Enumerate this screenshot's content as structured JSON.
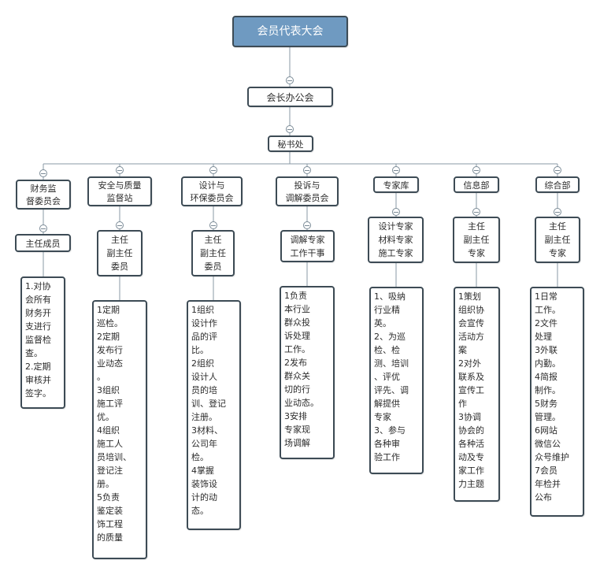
{
  "root": "会员代表大会",
  "level1": "会长办公会",
  "level2": "秘书处",
  "columns": [
    {
      "title": "财务监\n督委员会",
      "role": "主任成员",
      "duties": "1.对协\n会所有\n财务开\n支进行\n监督检\n查。\n2.定期\n审核并\n签字。"
    },
    {
      "title": "安全与质量\n监督站",
      "role": "主任\n副主任\n委员",
      "duties": "1定期\n巡检。\n2定期\n发布行\n业动态\n。\n3组织\n施工评\n优。\n4组织\n施工人\n员培训、\n登记注\n册。\n5负责\n鉴定装\n饰工程\n的质量"
    },
    {
      "title": "设计与\n环保委员会",
      "role": "主任\n副主任\n委员",
      "duties": "1组织\n设计作\n品的评\n比。\n2组织\n设计人\n员的培\n训、登记\n注册。\n3材料、\n公司年\n检。\n4掌握\n装饰设\n计的动\n态。"
    },
    {
      "title": "投诉与\n调解委员会",
      "role": "调解专家\n工作干事",
      "duties": "1负责\n本行业\n群众投\n诉处理\n工作。\n2发布\n群众关\n切的行\n业动态。\n3安排\n专家现\n场调解"
    },
    {
      "title": "专家库",
      "role": "设计专家\n材料专家\n施工专家",
      "duties": "1、吸纳\n行业精\n英。\n2、为巡\n检、检\n测、培训\n、评优\n评先、调\n解提供\n专家\n3、参与\n各种审\n验工作"
    },
    {
      "title": "信息部",
      "role": "主任\n副主任\n专家",
      "duties": "1策划\n组织协\n会宣传\n活动方\n案\n2对外\n联系及\n宣传工\n作\n3协调\n协会的\n各种活\n动及专\n家工作\n力主题"
    },
    {
      "title": "综合部",
      "role": "主任\n副主任\n专家",
      "duties": "1日常\n工作。\n2文件\n处理\n3外联\n内勤。\n4简报\n制作。\n5财务\n管理。\n6网站\n微信公\n众号维护\n7会员\n年检并\n公布"
    }
  ]
}
